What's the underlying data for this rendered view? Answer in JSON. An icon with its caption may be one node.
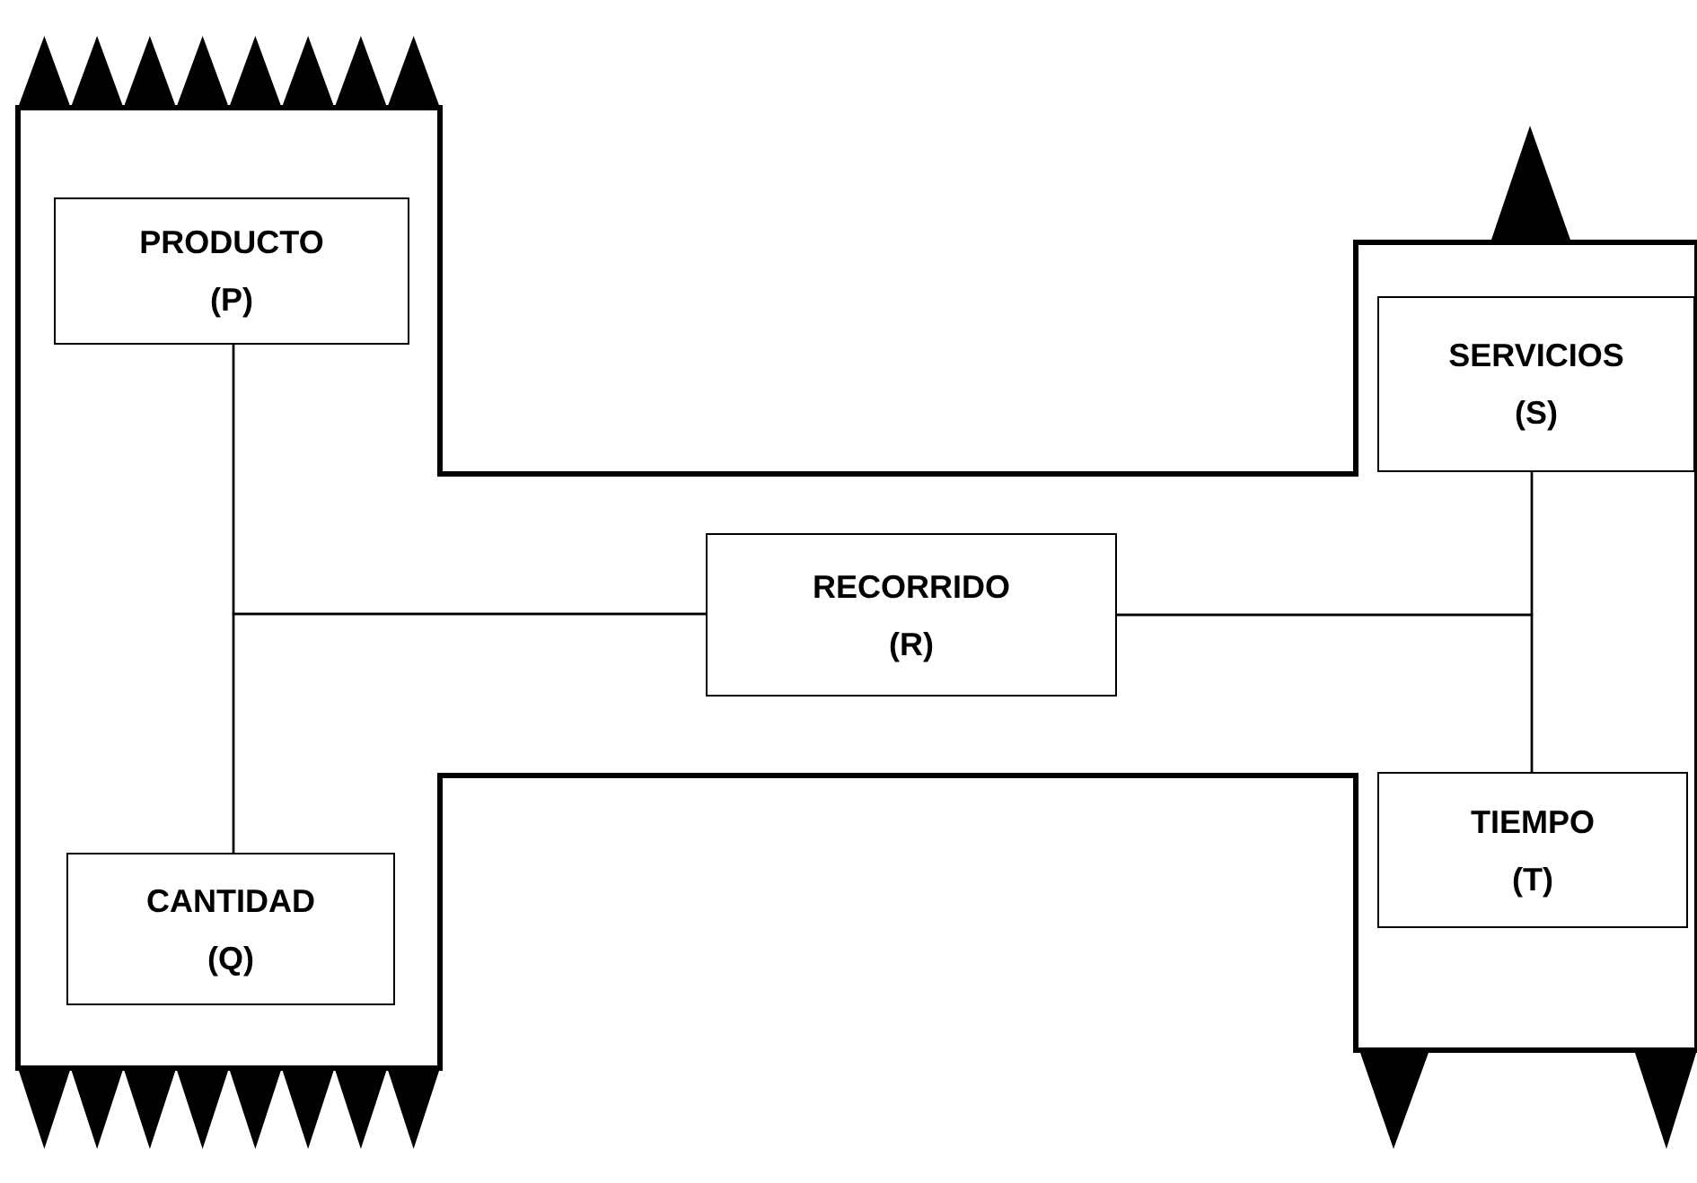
{
  "diagram": {
    "nodes": [
      {
        "text": [
          "PRODUCTO (P)"
        ]
      },
      {
        "text": [
          "CANTIDAD (Q)"
        ]
      },
      {
        "text": [
          "RECORRIDO (R)"
        ]
      },
      {
        "text": [
          "SERVICIOS (S)"
        ]
      },
      {
        "text": [
          "TIEMPO (T)"
        ]
      }
    ],
    "edges": [
      {
        "from": 0,
        "to": 1,
        "arrow": "none"
      },
      {
        "from": 0,
        "to": 2,
        "arrow": "none"
      },
      {
        "from": 1,
        "to": 2,
        "arrow": "none"
      },
      {
        "from": 2,
        "to": 3,
        "arrow": "none"
      },
      {
        "from": 2,
        "to": 4,
        "arrow": "none"
      },
      {
        "from": 3,
        "to": 4,
        "arrow": "none"
      }
    ]
  }
}
